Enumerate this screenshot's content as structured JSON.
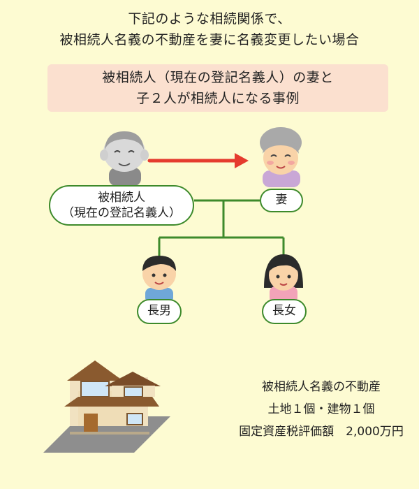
{
  "title": {
    "line1": "下記のような相続関係で、",
    "line2": "被相続人名義の不動産を妻に名義変更したい場合"
  },
  "case": {
    "line1": "被相続人（現在の登記名義人）の妻と",
    "line2": "子２人が相続人になる事例"
  },
  "family": {
    "deceased_line1": "被相続人",
    "deceased_line2": "（現在の登記名義人）",
    "wife": "妻",
    "eldest_son": "長男",
    "eldest_daughter": "長女"
  },
  "property": {
    "line1": "被相続人名義の不動産",
    "line2": "土地１個・建物１個",
    "line3": "固定資産税評価額　2,000万円"
  },
  "colors": {
    "background": "#fdfbd2",
    "highlight_box": "#fbe0cf",
    "tree_line": "#3d8a2b",
    "arrow": "#e53b2e"
  },
  "icons": [
    "grandfather-icon",
    "grandmother-icon",
    "boy-icon",
    "girl-icon",
    "house-icon",
    "transfer-arrow-icon"
  ]
}
